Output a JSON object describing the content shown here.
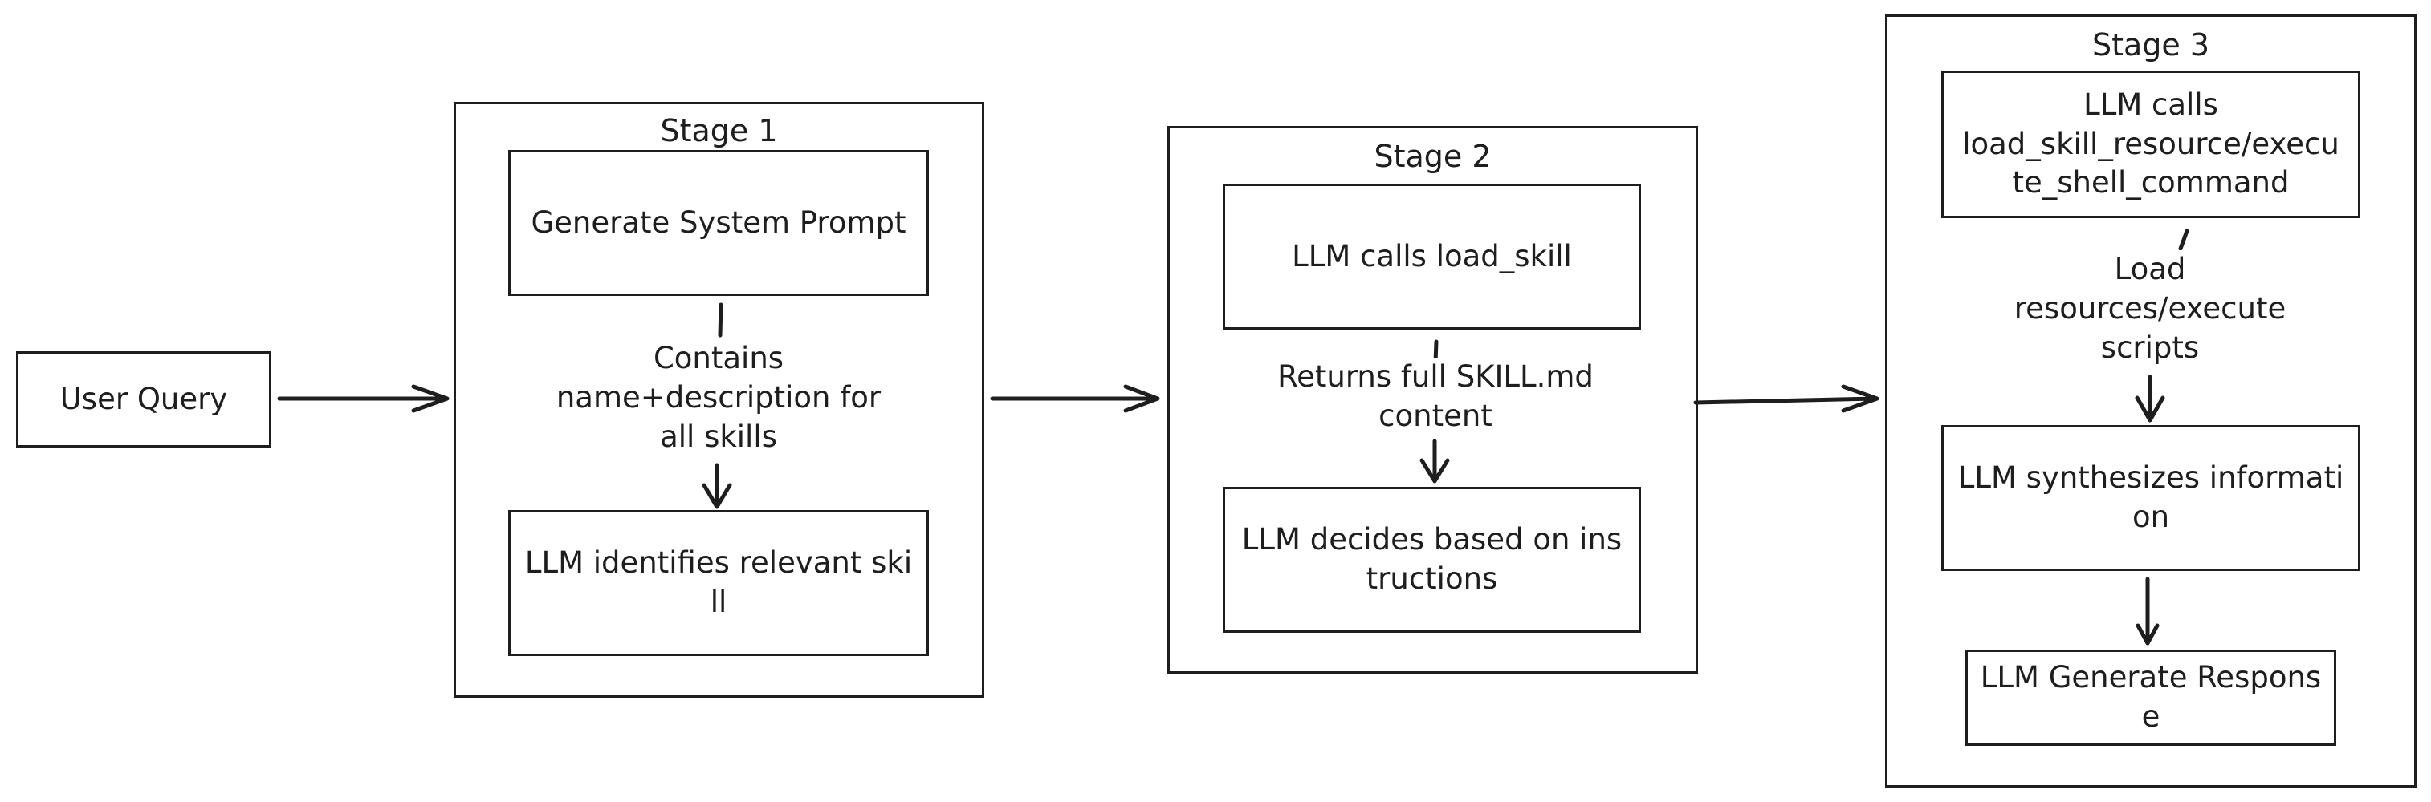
{
  "colors": {
    "stroke": "#1e1e1e",
    "background": "#ffffff"
  },
  "user_query": "User Query",
  "stage1": {
    "title": "Stage 1",
    "step1": "Generate System Prompt",
    "edge_label_line1": "Contains",
    "edge_label_line2": "name+description for",
    "edge_label_line3": "all skills",
    "step2": "LLM identifies relevant skill"
  },
  "stage2": {
    "title": "Stage 2",
    "step1": "LLM calls load_skill",
    "edge_label_line1": "Returns full SKILL.md",
    "edge_label_line2": "content",
    "step2": "LLM decides based on instructions"
  },
  "stage3": {
    "title": "Stage 3",
    "step1_line1": "LLM calls",
    "step1_line2": "load_skill_resource/execu",
    "step1_line3": "te_shell_command",
    "edge_label_line1": "Load",
    "edge_label_line2": "resources/execute",
    "edge_label_line3": "scripts",
    "step2": "LLM synthesizes information",
    "step3": "LLM Generate Response"
  }
}
